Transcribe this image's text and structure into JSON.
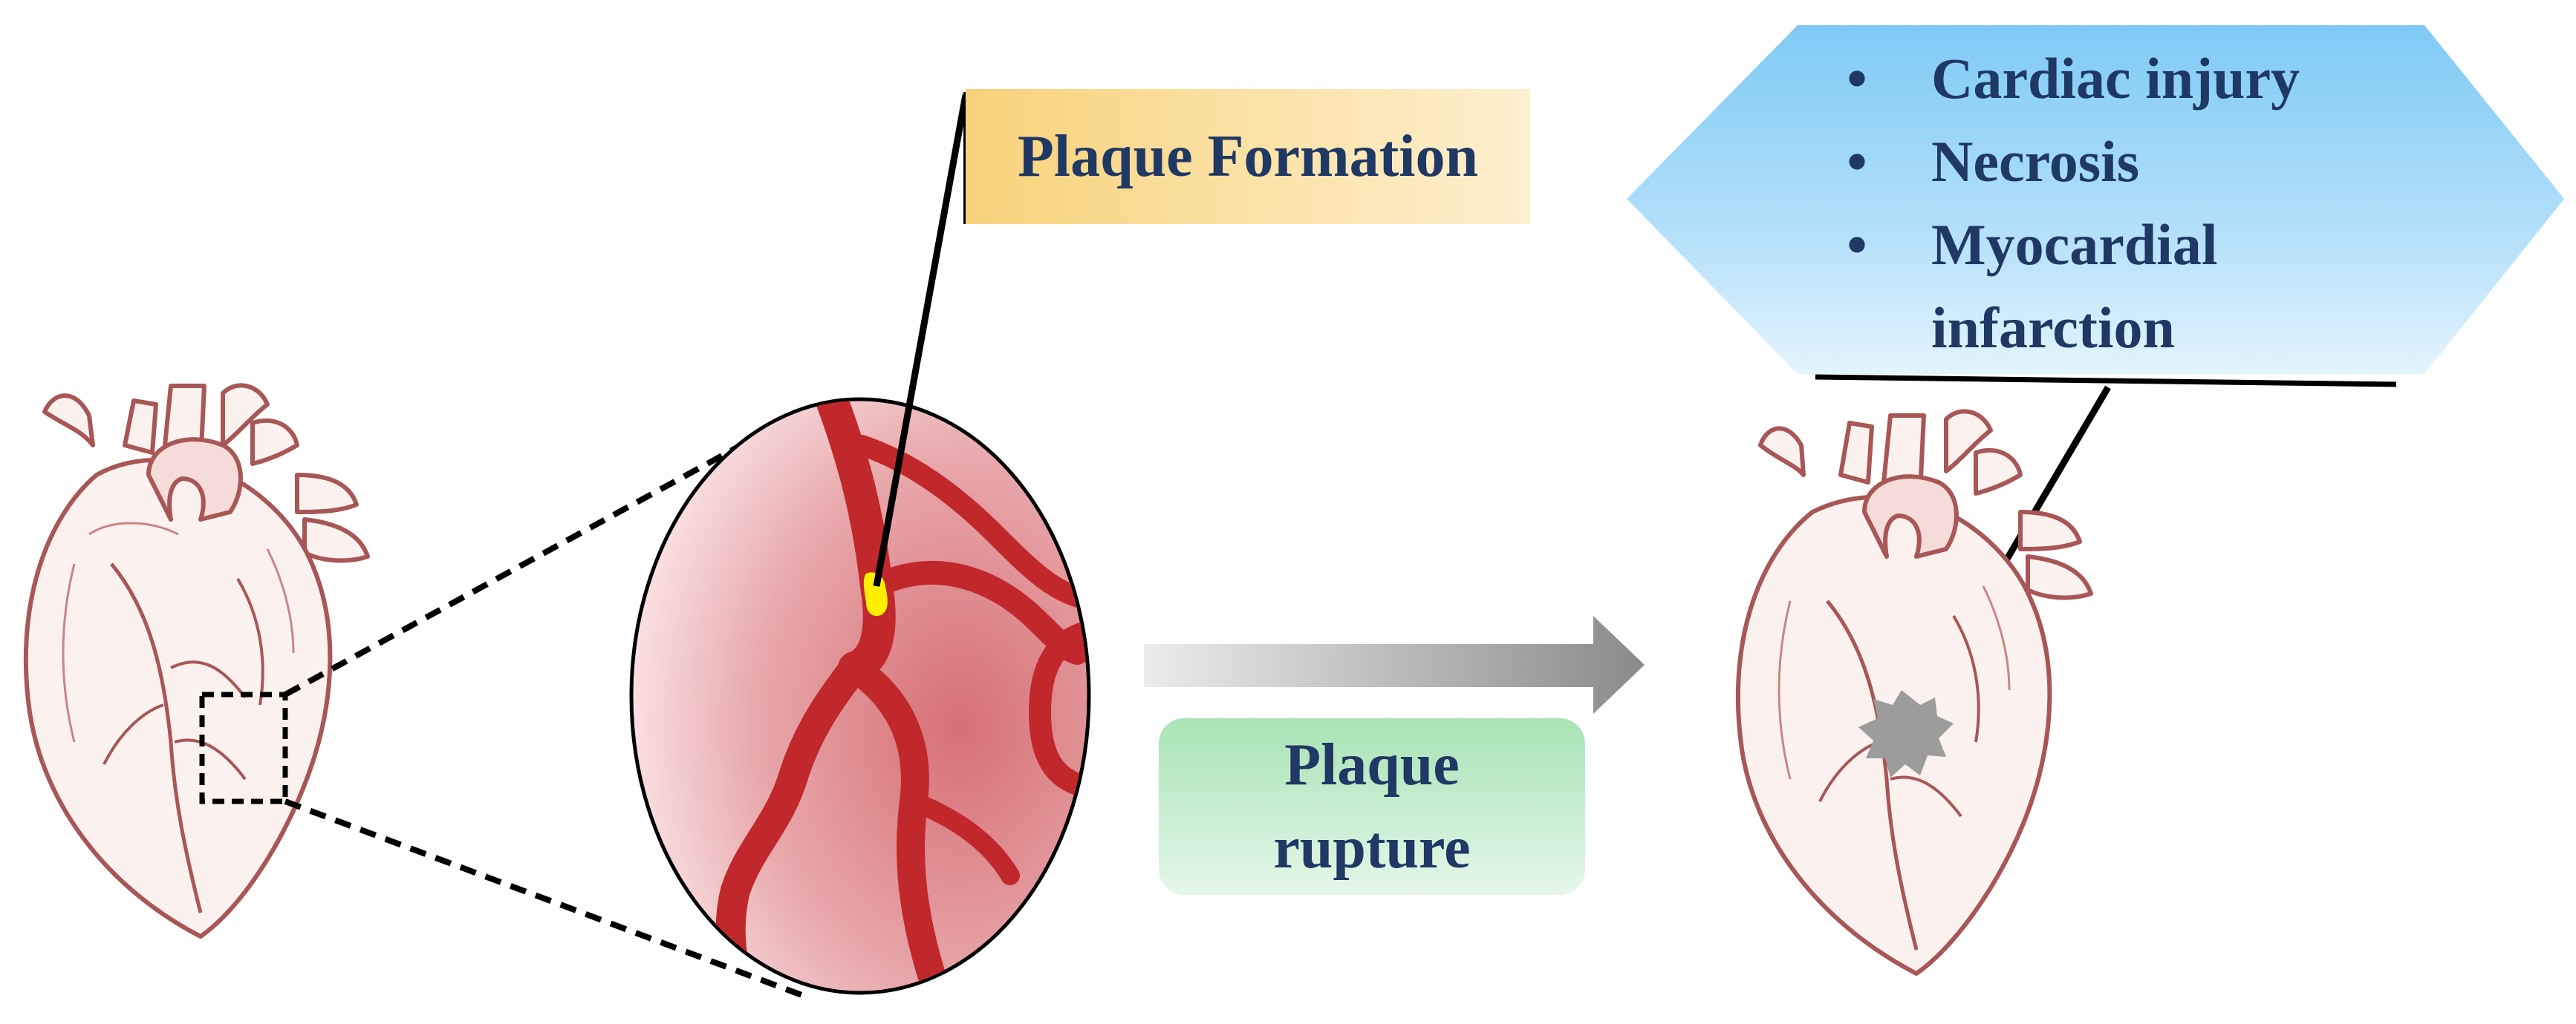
{
  "labels": {
    "plaque_formation": "Plaque Formation",
    "plaque_rupture_line1": "Plaque",
    "plaque_rupture_line2": "rupture"
  },
  "effects": {
    "bullet": "•",
    "items": [
      "Cardiac injury",
      "Necrosis",
      "Myocardial",
      "infarction"
    ]
  },
  "colors": {
    "heart": "#a85656",
    "artery": "#c0282c",
    "plaque": "#ffee00",
    "text": "#1f3864",
    "necrosis": "#9c9c9c"
  },
  "icons": {
    "left_heart": "anatomical-heart-icon",
    "right_heart": "damaged-heart-icon",
    "arrow": "right-arrow-icon"
  }
}
